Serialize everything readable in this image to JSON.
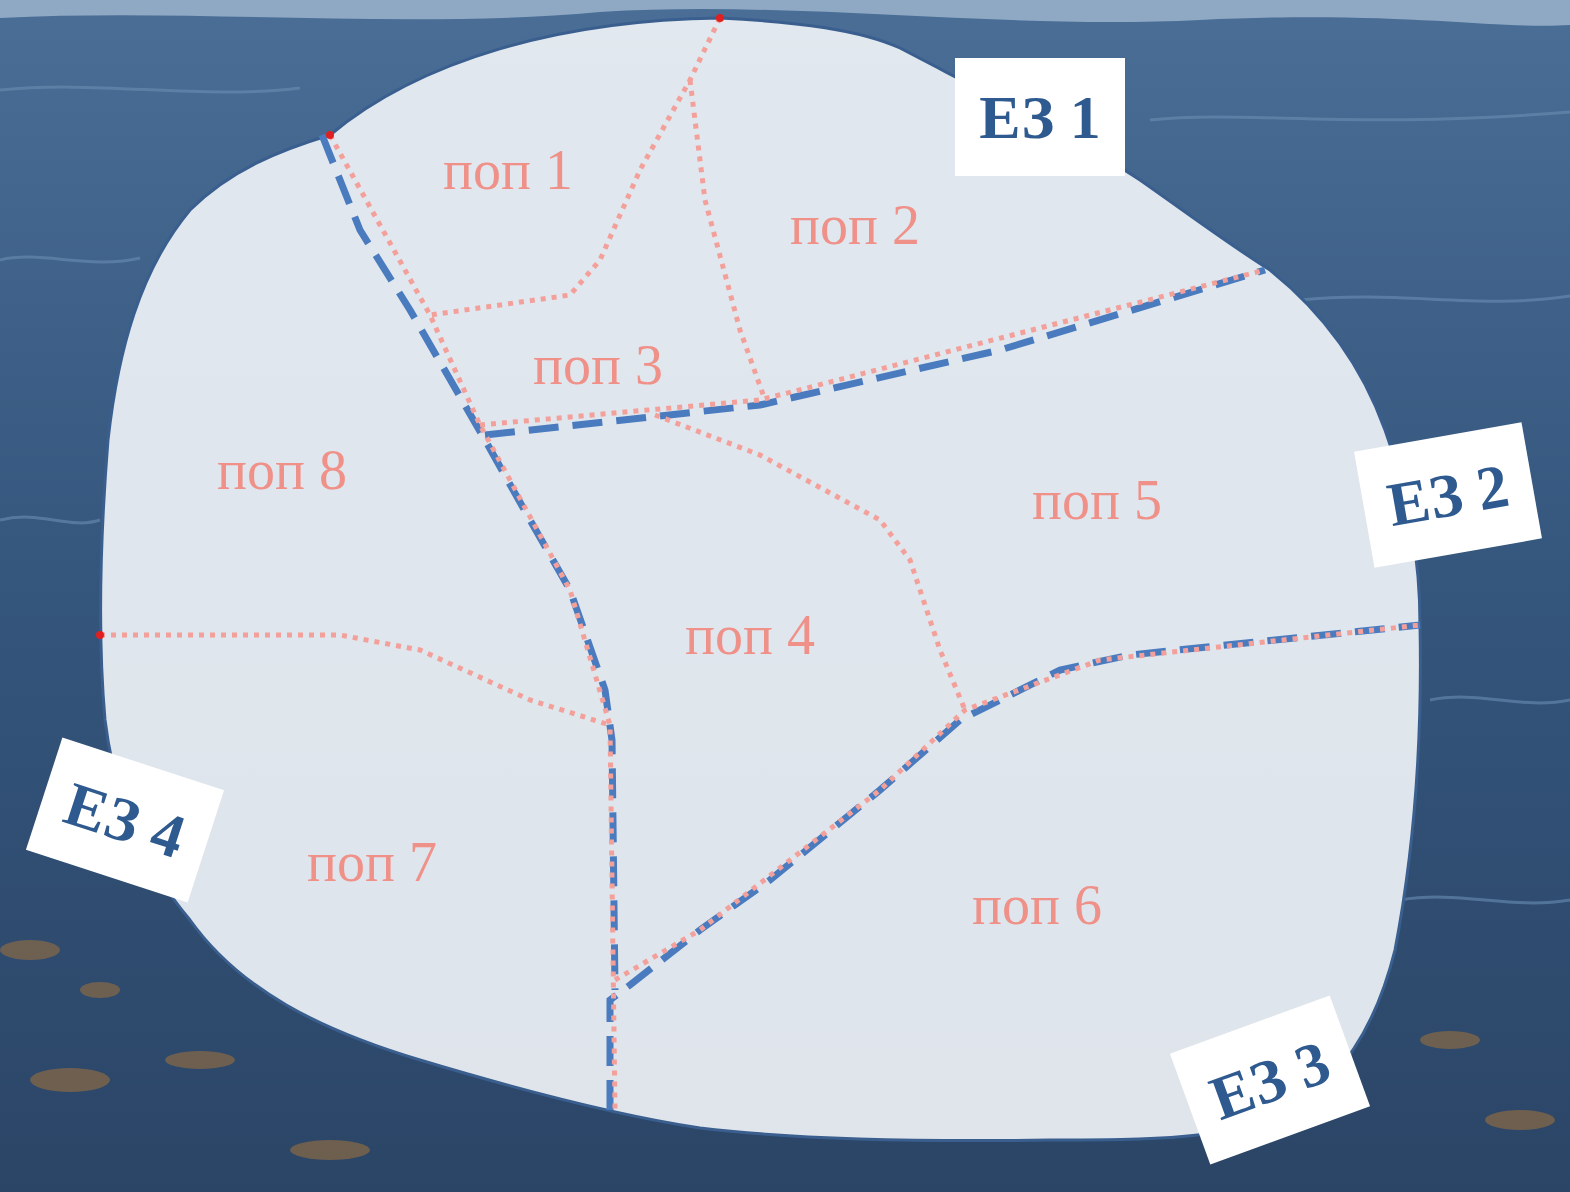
{
  "diagram": {
    "nodes": [
      {
        "text": [
          "ЕЗ 1"
        ]
      },
      {
        "text": [
          "ЕЗ 2"
        ]
      },
      {
        "text": [
          "ЕЗ 4"
        ]
      },
      {
        "text": [
          "ЕЗ 3"
        ]
      }
    ],
    "labels": [
      "поп 1",
      "поп 2",
      "поп 3",
      "поп 8",
      "поп 5",
      "поп 4",
      "поп 7",
      "поп 6"
    ]
  }
}
